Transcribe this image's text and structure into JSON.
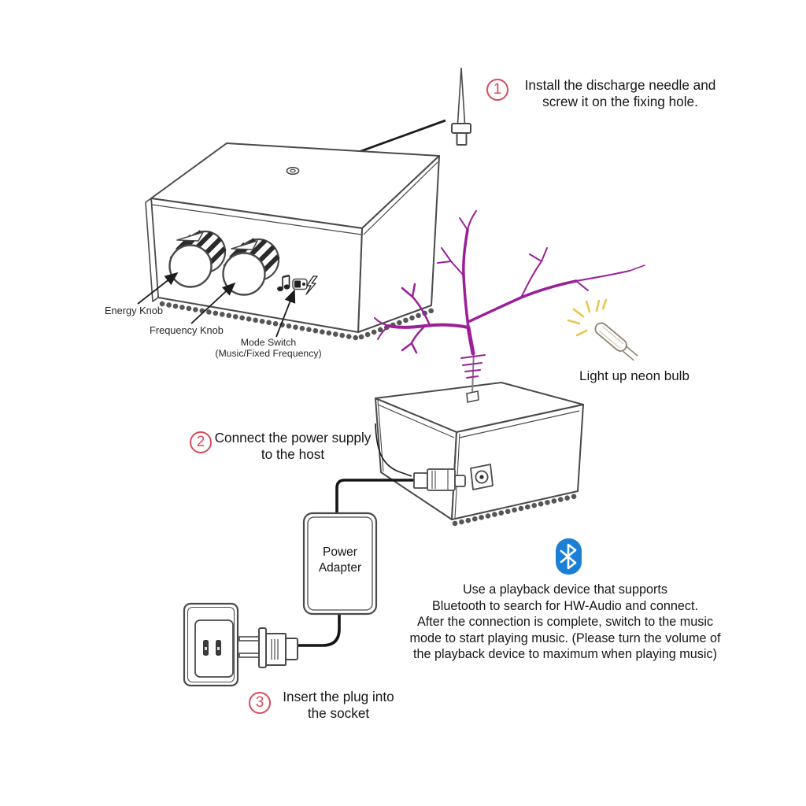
{
  "steps": {
    "step1": {
      "number": "1",
      "text": "Install the discharge needle and\nscrew it on the fixing hole."
    },
    "step2": {
      "number": "2",
      "text": "Connect the power supply\nto the host"
    },
    "step3": {
      "number": "3",
      "text": "Insert the plug into\nthe socket"
    }
  },
  "device_labels": {
    "energy_knob": "Energy Knob",
    "frequency_knob": "Frequency Knob",
    "mode_switch": "Mode Switch\n(Music/Fixed Frequency)"
  },
  "annotations": {
    "neon_bulb": "Light up neon bulb",
    "power_adapter": "Power\nAdapter"
  },
  "bluetooth_note": {
    "icon": "bluetooth-icon",
    "text": "Use a playback device that supports\nBluetooth to search for HW-Audio and connect.\nAfter the connection is complete, switch to the music\nmode to start playing music. (Please turn the volume of\nthe playback device to maximum when playing music)"
  },
  "icons": {
    "bluetooth": "svg-rune",
    "music_note": "svg-note",
    "mode_switch_toggle": "svg-toggle",
    "lightning_bolt": "svg-bolt",
    "neon_bulb": "svg-bulb",
    "rotation_arrow": "svg-triangle"
  },
  "colors": {
    "step_number_red": "#d84a5c",
    "plasma_purple": "#9b1f98",
    "bluetooth_blue": "#1b7fd6",
    "neon_ray_yellow": "#e9c64b",
    "line_art_gray": "#4a4a4a"
  }
}
